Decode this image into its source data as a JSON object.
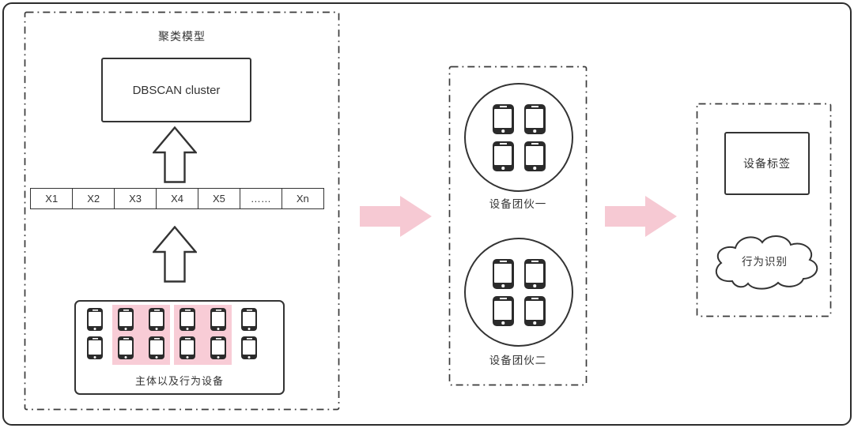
{
  "left_panel": {
    "title": "聚类模型",
    "model_label": "DBSCAN cluster",
    "feature_cells": [
      "X1",
      "X2",
      "X3",
      "X4",
      "X5",
      "……",
      "Xn"
    ],
    "device_box_label": "主体以及行为设备"
  },
  "middle_panel": {
    "cluster_one_label": "设备团伙一",
    "cluster_two_label": "设备团伙二"
  },
  "right_panel": {
    "device_tag_label": "设备标签",
    "behavior_cloud_label": "行为识别"
  },
  "colors": {
    "accent_pink": "#f6c9d3",
    "highlight_pink": "#f8ccd6",
    "line_dark": "#333333"
  }
}
